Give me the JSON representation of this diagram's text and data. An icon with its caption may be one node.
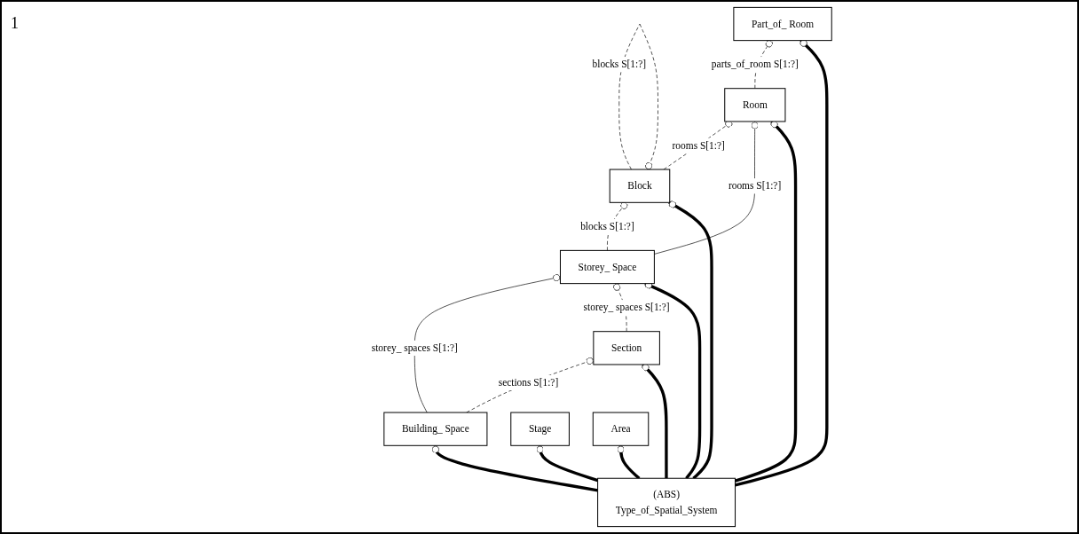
{
  "diagram": {
    "nodes": [
      {
        "text": [
          "Section"
        ]
      },
      {
        "text": [
          "Block"
        ]
      },
      {
        "text": [
          "Building_ Space"
        ]
      },
      {
        "text": [
          "Storey_ Space"
        ]
      },
      {
        "text": [
          "Room"
        ]
      },
      {
        "text": [
          "Part_of_ Room"
        ]
      },
      {
        "text": [
          "(ABS)",
          "Type_of_Spatial_System"
        ]
      },
      {
        "text": [
          "Stage"
        ]
      },
      {
        "text": [
          "Area"
        ]
      }
    ],
    "edges": [
      {
        "from": 2,
        "to": 0,
        "arrow": "other",
        "style": "dashed",
        "label": "sections S[1:?]"
      },
      {
        "from": 2,
        "to": 3,
        "arrow": "other",
        "label": "storey_ spaces S[1:?]"
      },
      {
        "from": 0,
        "to": 3,
        "arrow": "other",
        "style": "dashed",
        "label": "storey_ spaces S[1:?]"
      },
      {
        "from": 3,
        "to": 1,
        "arrow": "other",
        "style": "dashed",
        "label": "blocks S[1:?]"
      },
      {
        "from": 1,
        "to": 1,
        "arrow": "other",
        "style": "dashed",
        "label": "blocks S[1:?]"
      },
      {
        "from": 1,
        "to": 4,
        "arrow": "other",
        "style": "dashed",
        "label": "rooms S[1:?]"
      },
      {
        "from": 3,
        "to": 4,
        "arrow": "other",
        "label": "rooms S[1:?]"
      },
      {
        "from": 4,
        "to": 5,
        "arrow": "other",
        "style": "dashed",
        "label": "parts_of_room S[1:?]"
      },
      {
        "from": 6,
        "to": 2,
        "arrow": "other",
        "style": "thick"
      },
      {
        "from": 6,
        "to": 0,
        "arrow": "other",
        "style": "thick"
      },
      {
        "from": 6,
        "to": 3,
        "arrow": "other",
        "style": "thick"
      },
      {
        "from": 6,
        "to": 1,
        "arrow": "other",
        "style": "thick"
      },
      {
        "from": 6,
        "to": 4,
        "arrow": "other",
        "style": "thick"
      },
      {
        "from": 6,
        "to": 5,
        "arrow": "other",
        "style": "thick"
      },
      {
        "from": 6,
        "to": 7,
        "arrow": "other",
        "style": "thick"
      },
      {
        "from": 6,
        "to": 8,
        "arrow": "other",
        "style": "thick"
      }
    ],
    "labels": [
      "1"
    ]
  }
}
